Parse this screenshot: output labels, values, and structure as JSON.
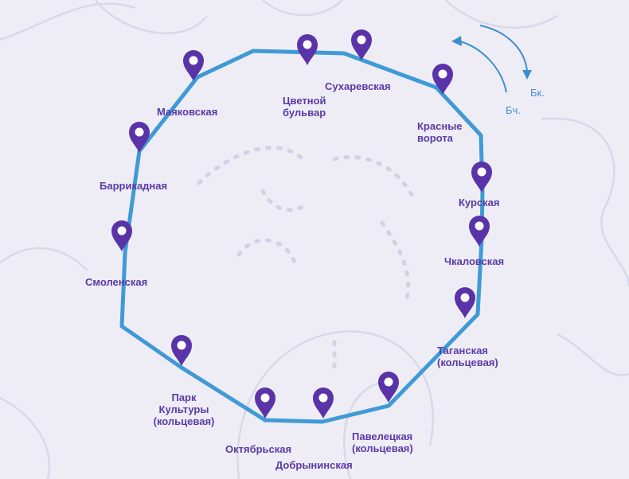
{
  "colors": {
    "background": "#eeedf6",
    "line": "#3f9ad6",
    "pin": "#5b33a8",
    "label": "#5a3aa6",
    "direction": "#3f8fcf"
  },
  "directions": {
    "clockwise": "Бк.",
    "counterclockwise": "Бч."
  },
  "stations": [
    {
      "id": "prospekt-mira",
      "lines": []
    },
    {
      "id": "tsvetnoy-bulvar",
      "lines": [
        "Цветной",
        "бульвар"
      ]
    },
    {
      "id": "sukharevskaya",
      "lines": [
        "Сухаревская"
      ]
    },
    {
      "id": "krasnye-vorota",
      "lines": [
        "Красные",
        "ворота"
      ]
    },
    {
      "id": "kurskaya",
      "lines": [
        "Курская"
      ]
    },
    {
      "id": "chkalovskaya",
      "lines": [
        "Чкаловская"
      ]
    },
    {
      "id": "taganskaya",
      "lines": [
        "Таганская",
        "(кольцевая)"
      ]
    },
    {
      "id": "paveletskaya",
      "lines": [
        "Павелецкая",
        "(кольцевая)"
      ]
    },
    {
      "id": "dobryninskaya",
      "lines": [
        "Добрынинская"
      ]
    },
    {
      "id": "oktyabrskaya",
      "lines": [
        "Октябрьская"
      ]
    },
    {
      "id": "park-kultury",
      "lines": [
        "Парк",
        "Культуры",
        "(кольцевая)"
      ]
    },
    {
      "id": "smolenskaya",
      "lines": [
        "Смоленская"
      ]
    },
    {
      "id": "barrikadnaya",
      "lines": [
        "Баррикадная"
      ]
    },
    {
      "id": "belorusskaya",
      "lines": []
    },
    {
      "id": "mayakovskaya",
      "lines": [
        "Маяковская"
      ]
    }
  ]
}
